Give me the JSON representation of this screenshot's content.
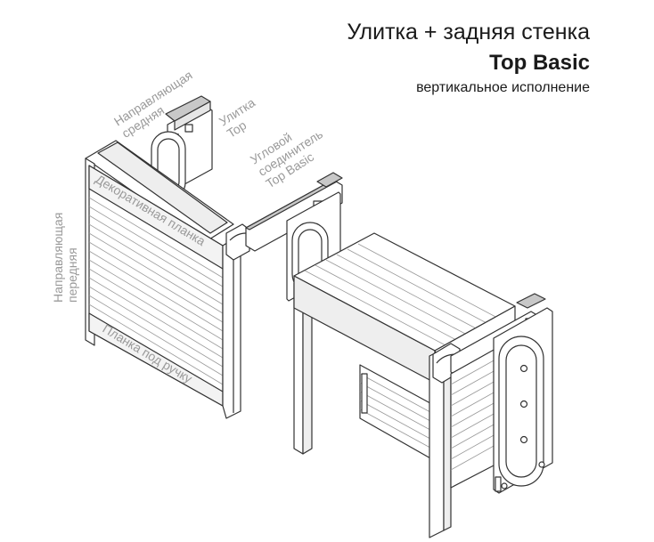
{
  "header": {
    "title": "Улитка + задняя стенка",
    "subtitle": "Top Basic",
    "caption": "вертикальное исполнение"
  },
  "labels": {
    "guide_middle_1": "Направляющая",
    "guide_middle_2": "средняя",
    "snail_1": "Улитка",
    "snail_2": "Top",
    "corner_1": "Угловой",
    "corner_2": "соединитель",
    "corner_3": "Top Basic",
    "guide_front_1": "Направляющая",
    "guide_front_2": "передняя",
    "deco_strip": "Декоративная планка",
    "handle_strip": "Планка под ручку"
  },
  "colors": {
    "line": "#333333",
    "fill": "#ffffff",
    "shade": "#c8c8c8",
    "label_text": "#9a9a9a",
    "title_text": "#1a1a1a"
  }
}
